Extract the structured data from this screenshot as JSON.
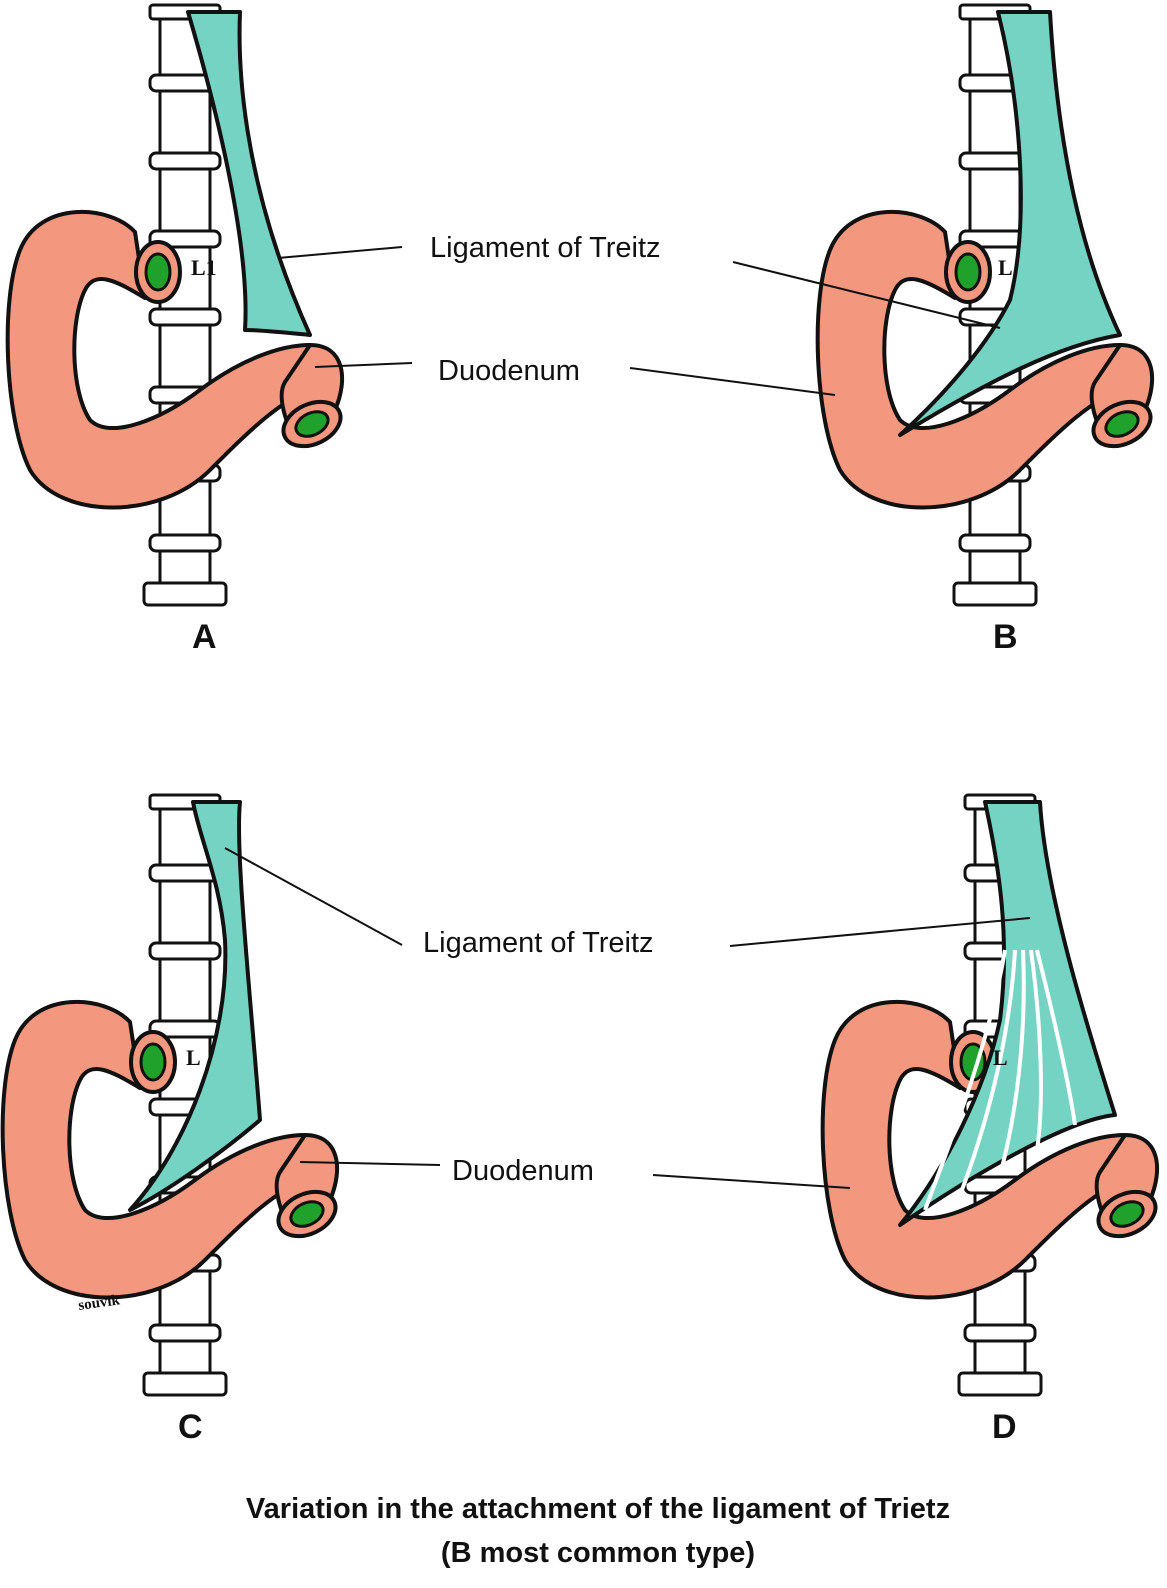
{
  "colors": {
    "duodenum": "#f4977f",
    "ligament": "#74d3c2",
    "lumen": "#1fa12c",
    "vertebra": "#ffffff",
    "outline": "#111111"
  },
  "panels": [
    {
      "letter": "A",
      "vertebra_label": "L1",
      "ligament_label": "Ligament of Treitz",
      "duodenum_label": "Duodenum",
      "signature": ""
    },
    {
      "letter": "B",
      "vertebra_label": "L",
      "ligament_label": "",
      "duodenum_label": "",
      "signature": ""
    },
    {
      "letter": "C",
      "vertebra_label": "L",
      "ligament_label": "Ligament of Treitz",
      "duodenum_label": "Duodenum",
      "signature": "souvik"
    },
    {
      "letter": "D",
      "vertebra_label": "L",
      "ligament_label": "",
      "duodenum_label": "",
      "signature": ""
    }
  ],
  "caption": {
    "line1": "Variation in the attachment of the ligament of Trietz",
    "line2": "(B most common type)"
  }
}
